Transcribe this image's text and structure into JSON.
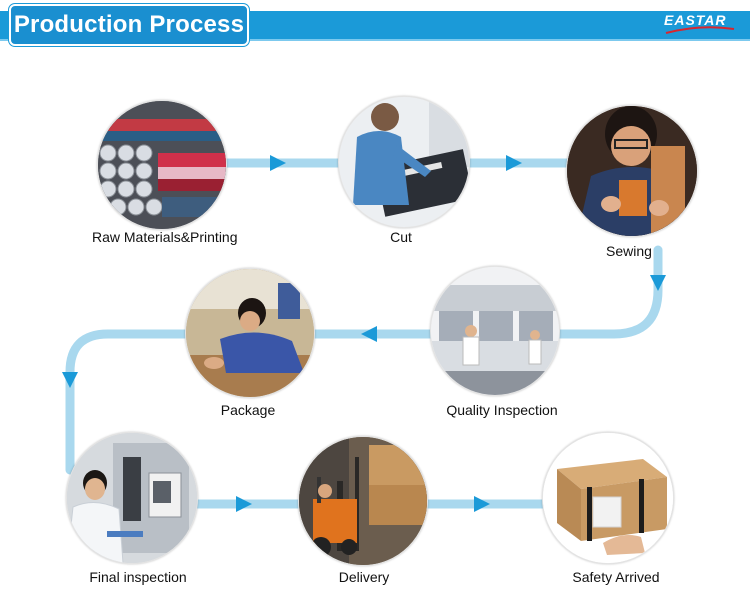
{
  "header": {
    "title": "Production Process",
    "logo_text": "EASTAR",
    "bar_color": "#1b9ad8"
  },
  "flow": {
    "connector_color": "#a9d8ee",
    "arrow_color": "#1b9ad8",
    "steps": [
      {
        "label": "Raw Materials&Printing",
        "icon": "fabric-rolls-photo"
      },
      {
        "label": "Cut",
        "icon": "cutting-worker-photo"
      },
      {
        "label": "Sewing",
        "icon": "sewing-worker-photo"
      },
      {
        "label": "Quality Inspection",
        "icon": "lab-inspection-photo"
      },
      {
        "label": "Package",
        "icon": "packing-worker-photo"
      },
      {
        "label": "Final inspection",
        "icon": "test-chamber-photo"
      },
      {
        "label": "Delivery",
        "icon": "forklift-photo"
      },
      {
        "label": "Safety Arrived",
        "icon": "cardboard-box-photo"
      }
    ]
  }
}
